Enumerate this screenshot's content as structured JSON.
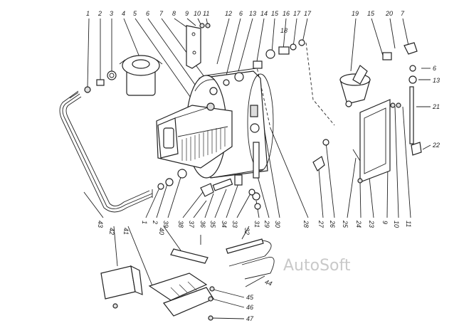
{
  "watermark": "AutoSoft",
  "callouts_top": [
    "1",
    "2",
    "3",
    "4",
    "5",
    "6",
    "7",
    "8",
    "9",
    "10",
    "11",
    "12",
    "6",
    "13",
    "14",
    "15",
    "16",
    "17",
    "18",
    "17",
    "19",
    "15",
    "20",
    "7"
  ],
  "callouts_right": [
    "6",
    "13",
    "21",
    "22"
  ],
  "callouts_bottom": [
    "43",
    "1",
    "2",
    "39",
    "38",
    "37",
    "36",
    "35",
    "34",
    "33",
    "31",
    "29",
    "30",
    "28",
    "27",
    "26",
    "25",
    "24",
    "23",
    "9",
    "10",
    "11",
    "40",
    "32",
    "42",
    "41",
    "44",
    "45",
    "46",
    "47"
  ]
}
